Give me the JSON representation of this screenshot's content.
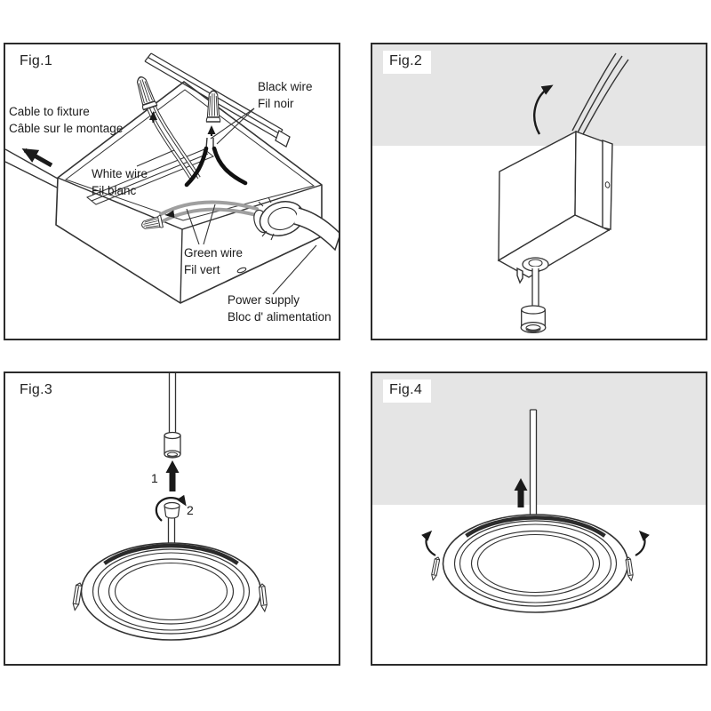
{
  "page": {
    "background": "#ffffff"
  },
  "colors": {
    "line": "#333333",
    "ink": "#1a1a1a",
    "ceiling_gray": "#e5e5e5",
    "wire_gray": "#9f9f9f",
    "panel_border": "#2b2b2b"
  },
  "figures": {
    "fig1": {
      "title": "Fig.1",
      "annotations": {
        "cable_to_fixture": "Cable to fixture\nCâble sur le montage",
        "black_wire": "Black wire\nFil noir",
        "white_wire": "White wire\nFil blanc",
        "green_wire": "Green wire\nFil vert",
        "power_supply": "Power supply\nBloc d' alimentation"
      }
    },
    "fig2": {
      "title": "Fig.2"
    },
    "fig3": {
      "title": "Fig.3",
      "step1": "1",
      "step2": "2"
    },
    "fig4": {
      "title": "Fig.4"
    }
  }
}
